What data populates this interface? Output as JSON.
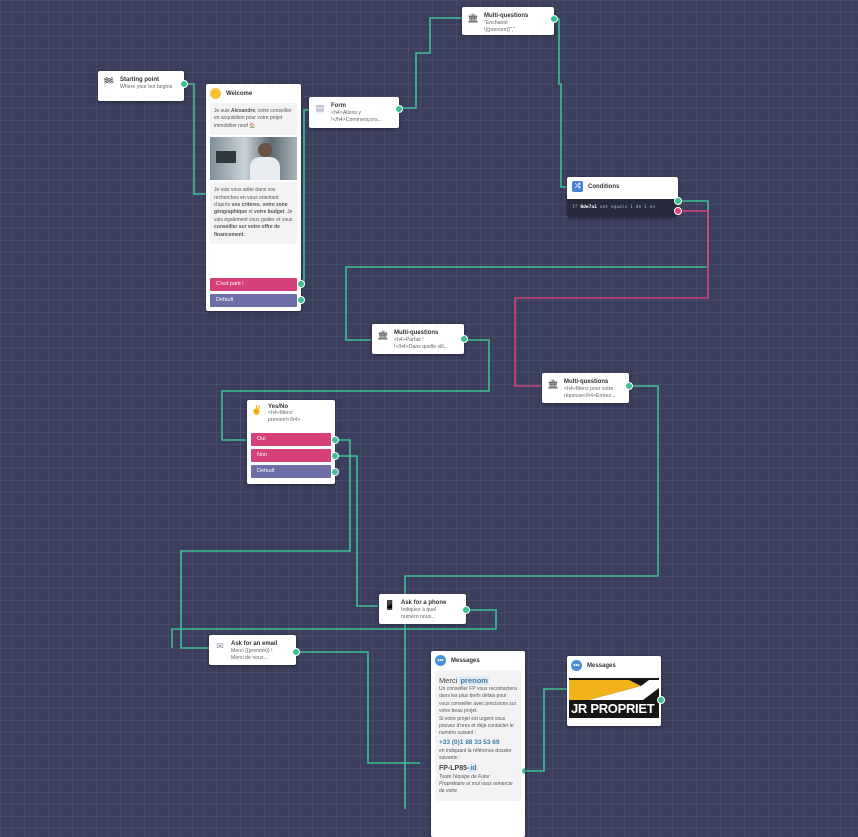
{
  "start": {
    "title": "Starting point",
    "subtitle": "Where your bot begins"
  },
  "welcome": {
    "title": "Welcome",
    "text1_a": "Je suis ",
    "text1_b": "Alexandre",
    "text1_c": ", votre conseiller en acquisition pour votre projet immobilier neuf",
    "text2_a": "Je vais vous aider dans vos recherches en vous orientant d'après ",
    "text2_b": "vos critères",
    "text2_c": ", ",
    "text2_d": "votre zone géographique",
    "text2_e": " et ",
    "text2_f": "votre budget",
    "text2_g": ". Je vais également vous guider et vous ",
    "text2_h": "conseiller sur votre offre de financement",
    "text2_i": ".",
    "btn1": "C'est parti !",
    "btn2": "Default"
  },
  "form": {
    "title": "Form",
    "line1": "<h4>Allons y",
    "line2": "!</h4>Commençons..."
  },
  "mq1": {
    "title": "Multi-questions",
    "line1": "\"Enchanté",
    "line2": "\\{{prenom}}\",\""
  },
  "conditions": {
    "title": "Conditions",
    "code_prefix": "If",
    "code_var": "0de7a1",
    "code_rest": "not equals 1 de 1 en"
  },
  "mq2": {
    "title": "Multi-questions",
    "line1": "<h4>Parfait !",
    "line2": "!</h4>Dans quelle vill..."
  },
  "mq3": {
    "title": "Multi-questions",
    "line1": "<h4>Merci pour votre",
    "line2": "réponse</h4>Entrez..."
  },
  "yesno": {
    "title": "Yes/No",
    "line1": "<h4>Merci",
    "line2": "prenom!</h4>",
    "btn1": "Oui",
    "btn2": "Non",
    "btn3": "Default"
  },
  "phone": {
    "title": "Ask for a phone",
    "line1": "Indiquez à quel",
    "line2": "numéro nous..."
  },
  "email": {
    "title": "Ask for an email",
    "line1": "Merci {{prenom}} !",
    "line2": "Merci de nous..."
  },
  "messages1": {
    "title": "Messages",
    "merci": "Merci",
    "prenom": "prenom",
    "p1": "Un conseiller FP vous recontactera dans les plus brefs délais pour vous conseiller avec précisions sur votre beau projet.",
    "p2": "Si votre projet est urgent vous pouvez d'ores et déjà contacter le numéro suivant :",
    "phone": "+33 (0)1 88 33 53 69",
    "p3": "en indiquant la référence dossier suivante :",
    "ref_a": "FP-LP85-",
    "ref_b": "id",
    "p4": "Toute l'équipe de Futur Propriétaire et moi vous remercie de votre"
  },
  "messages2": {
    "title": "Messages",
    "logo_text": "JR PROPRIET"
  },
  "colors": {
    "canvas": "#3b3e5c",
    "wire_green": "#3ebf92",
    "wire_pink": "#d6407a",
    "button_pink": "#d6407a",
    "button_gray": "#6d6fa6"
  }
}
